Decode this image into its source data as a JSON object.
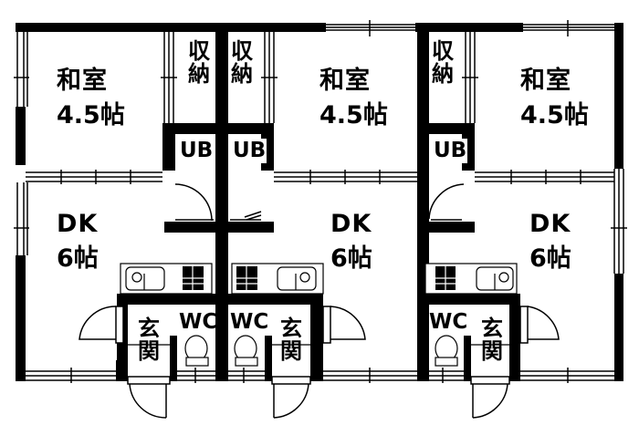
{
  "title": "",
  "units": [
    {
      "washitsu": {
        "name": "和室",
        "size": "4.5帖"
      },
      "storage": "収納",
      "bath": "UB",
      "dk": {
        "name": "DK",
        "size": "6帖"
      },
      "toilet": "WC",
      "entrance": "玄関"
    },
    {
      "washitsu": {
        "name": "和室",
        "size": "4.5帖"
      },
      "storage": "収納",
      "bath": "UB",
      "dk": {
        "name": "DK",
        "size": "6帖"
      },
      "toilet": "WC",
      "entrance": "玄関"
    },
    {
      "washitsu": {
        "name": "和室",
        "size": "4.5帖"
      },
      "storage": "収納",
      "bath": "UB",
      "dk": {
        "name": "DK",
        "size": "6帖"
      },
      "toilet": "WC",
      "entrance": "玄関"
    }
  ],
  "colors": {
    "wall": "#000000",
    "floor": "#ffffff"
  }
}
